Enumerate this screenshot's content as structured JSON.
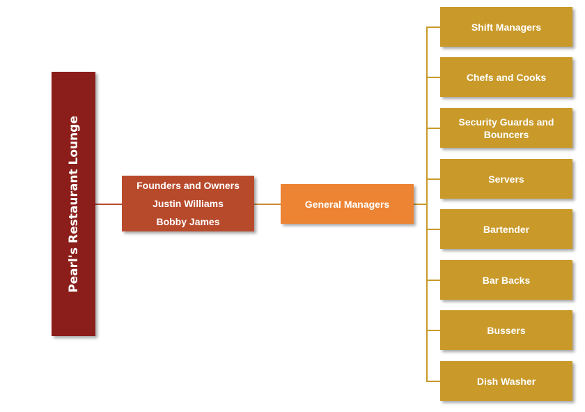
{
  "root": {
    "label": "Pearl's Restaurant Lounge"
  },
  "founders": {
    "lines": [
      "Founders and Owners",
      "Justin Williams",
      "Bobby James"
    ]
  },
  "general_managers": {
    "label": "General Managers"
  },
  "staff": [
    {
      "label": "Shift Managers"
    },
    {
      "label": "Chefs and Cooks"
    },
    {
      "label": "Security Guards and Bouncers"
    },
    {
      "label": "Servers"
    },
    {
      "label": "Bartender"
    },
    {
      "label": "Bar Backs"
    },
    {
      "label": "Bussers"
    },
    {
      "label": "Dish Washer"
    }
  ],
  "colors": {
    "root": "#8b1e1a",
    "founders": "#b84a2c",
    "general_managers": "#ec8434",
    "staff": "#c99a2a",
    "connector": "#c99a2a"
  }
}
